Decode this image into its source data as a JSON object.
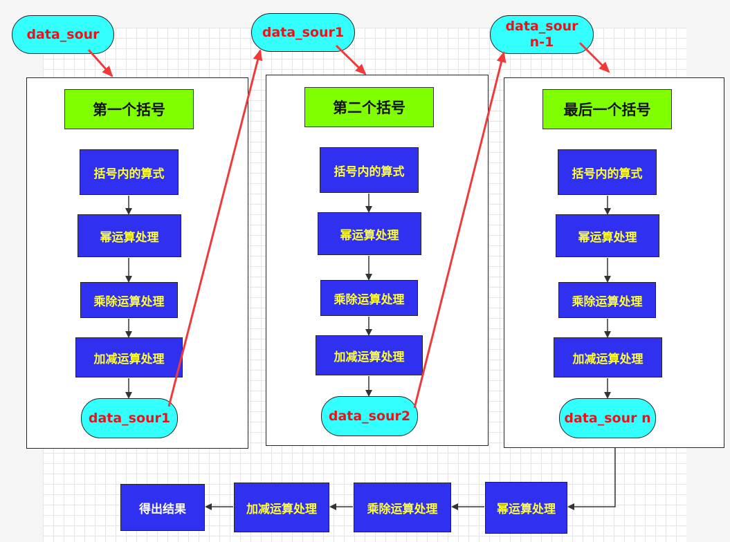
{
  "sources": {
    "source0": "data_sour",
    "source1": "data_sour1",
    "source_last": "data_sour\nn-1"
  },
  "columns": [
    {
      "title": "第一个括号",
      "steps": [
        "括号内的算式",
        "幂运算处理",
        "乘除运算处理",
        "加减运算处理"
      ],
      "output": "data_sour1"
    },
    {
      "title": "第二个括号",
      "steps": [
        "括号内的算式",
        "幂运算处理",
        "乘除运算处理",
        "加减运算处理"
      ],
      "output": "data_sour2"
    },
    {
      "title": "最后一个括号",
      "steps": [
        "括号内的算式",
        "幂运算处理",
        "乘除运算处理",
        "加减运算处理"
      ],
      "output": "data_sour n"
    }
  ],
  "final_chain": {
    "power": "幂运算处理",
    "muldiv": "乘除运算处理",
    "addsub": "加减运算处理",
    "result": "得出结果"
  },
  "colors": {
    "title_fill": "#80ff00",
    "step_fill": "#3030f0",
    "step_text": "#ffff33",
    "pill_fill": "#33ffff",
    "pill_text": "#e8141c",
    "red_arrow": "#f03a3a"
  }
}
